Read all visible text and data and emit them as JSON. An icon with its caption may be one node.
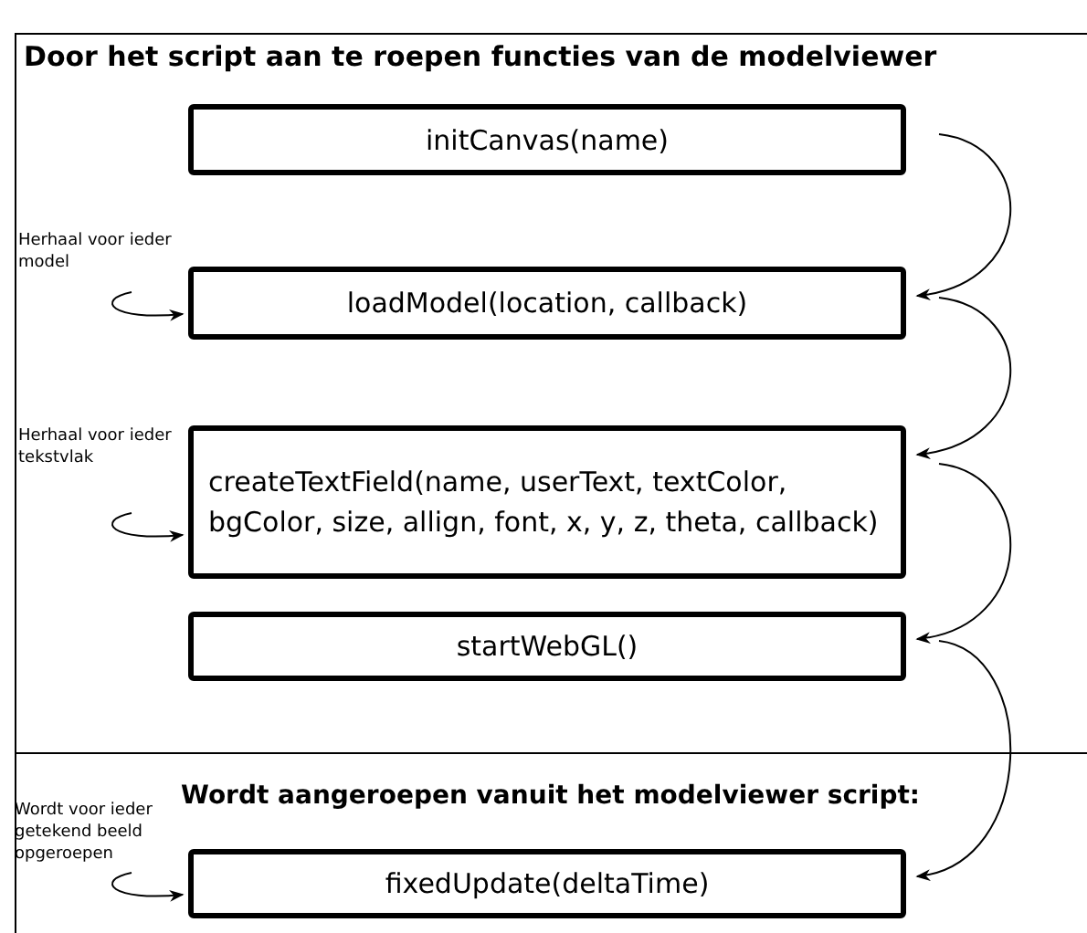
{
  "diagram": {
    "nodes": [
      {
        "text": [
          "Door het script aan te roepen functies van de modelviewer"
        ]
      },
      {
        "text": [
          "initCanvas(name)"
        ],
        "in": 0
      },
      {
        "text": [
          "loadModel(location, callback)"
        ],
        "in": 0,
        "beside": [
          "Herhaal voor ieder model"
        ]
      },
      {
        "text": [
          "createTextField(name, userText, textColor, bgColor, size, allign, font, x, y, z, theta, callback)"
        ],
        "in": 0,
        "beside": [
          "Herhaal voor ieder tekstvlak"
        ]
      },
      {
        "text": [
          "startWebGL()"
        ],
        "in": 0
      },
      {
        "text": [
          "Wordt aangeroepen vanuit het modelviewer script:"
        ]
      },
      {
        "text": [
          "fixedUpdate(deltaTime)"
        ],
        "in": 5,
        "beside": [
          "Wordt voor ieder getekend beeld opgeroepen"
        ]
      }
    ],
    "edges": [
      {
        "from": 1,
        "to": 2,
        "arrow": "to"
      },
      {
        "from": 2,
        "to": 3,
        "arrow": "to"
      },
      {
        "from": 3,
        "to": 4,
        "arrow": "to"
      },
      {
        "from": 4,
        "to": 6,
        "arrow": "to"
      },
      {
        "from": null,
        "to": 2,
        "arrow": "to"
      },
      {
        "from": null,
        "to": 3,
        "arrow": "to"
      },
      {
        "from": null,
        "to": 6,
        "arrow": "to"
      }
    ]
  }
}
